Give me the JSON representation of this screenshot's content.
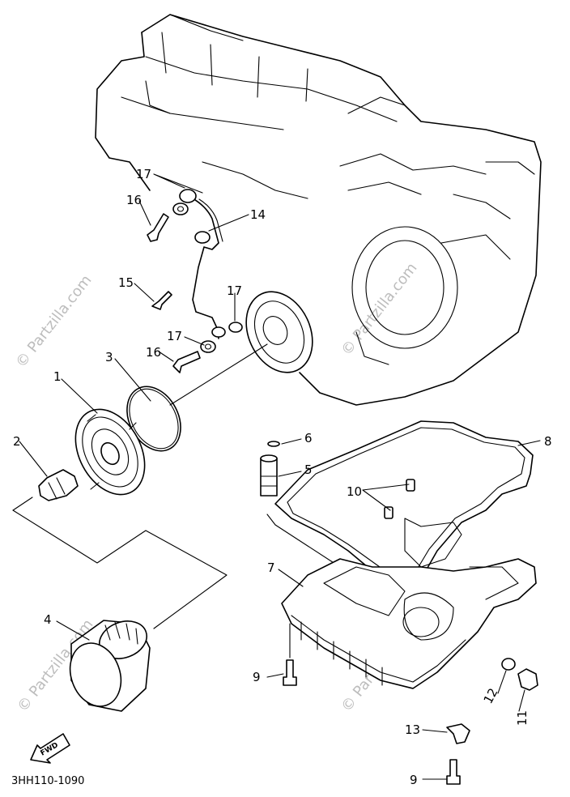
{
  "diagram": {
    "part_code": "3HH110-1090",
    "fwd_label": "FWD",
    "watermark": "© Partzilla.com",
    "callouts": {
      "c1": "1",
      "c2": "2",
      "c3": "3",
      "c4": "4",
      "c5": "5",
      "c6": "6",
      "c7": "7",
      "c8": "8",
      "c9a": "9",
      "c9b": "9",
      "c10": "10",
      "c11": "11",
      "c12": "12",
      "c13": "13",
      "c14": "14",
      "c15": "15",
      "c16a": "16",
      "c16b": "16",
      "c17a": "17",
      "c17b": "17",
      "c17c": "17"
    }
  }
}
